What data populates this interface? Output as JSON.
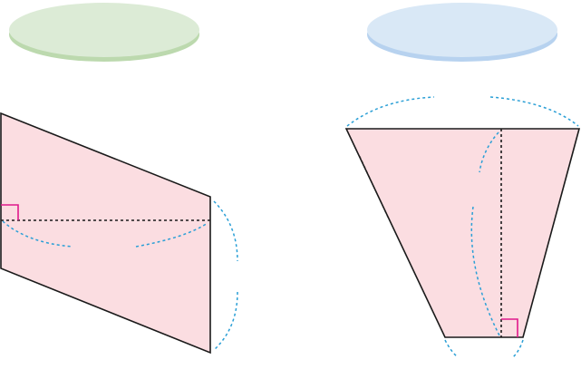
{
  "colors": {
    "shape_fill": "#fbdde1",
    "shape_stroke": "#1a1a1a",
    "guide_dashed": "#2a9fd6",
    "height_dotted": "#1a1a1a",
    "right_angle_mark": "#e0198c",
    "label_green": "#dcebd6",
    "label_green_shadow": "#bcd9ae",
    "label_blue": "#d9e8f6",
    "label_blue_shadow": "#b7d2ef"
  },
  "figures": [
    {
      "shape": "parallelogram",
      "right_angle_marker": true,
      "height_line": "horizontal-dotted",
      "label_text": ""
    },
    {
      "shape": "trapezoid",
      "right_angle_marker": true,
      "height_line": "vertical-dotted",
      "label_text": ""
    }
  ]
}
